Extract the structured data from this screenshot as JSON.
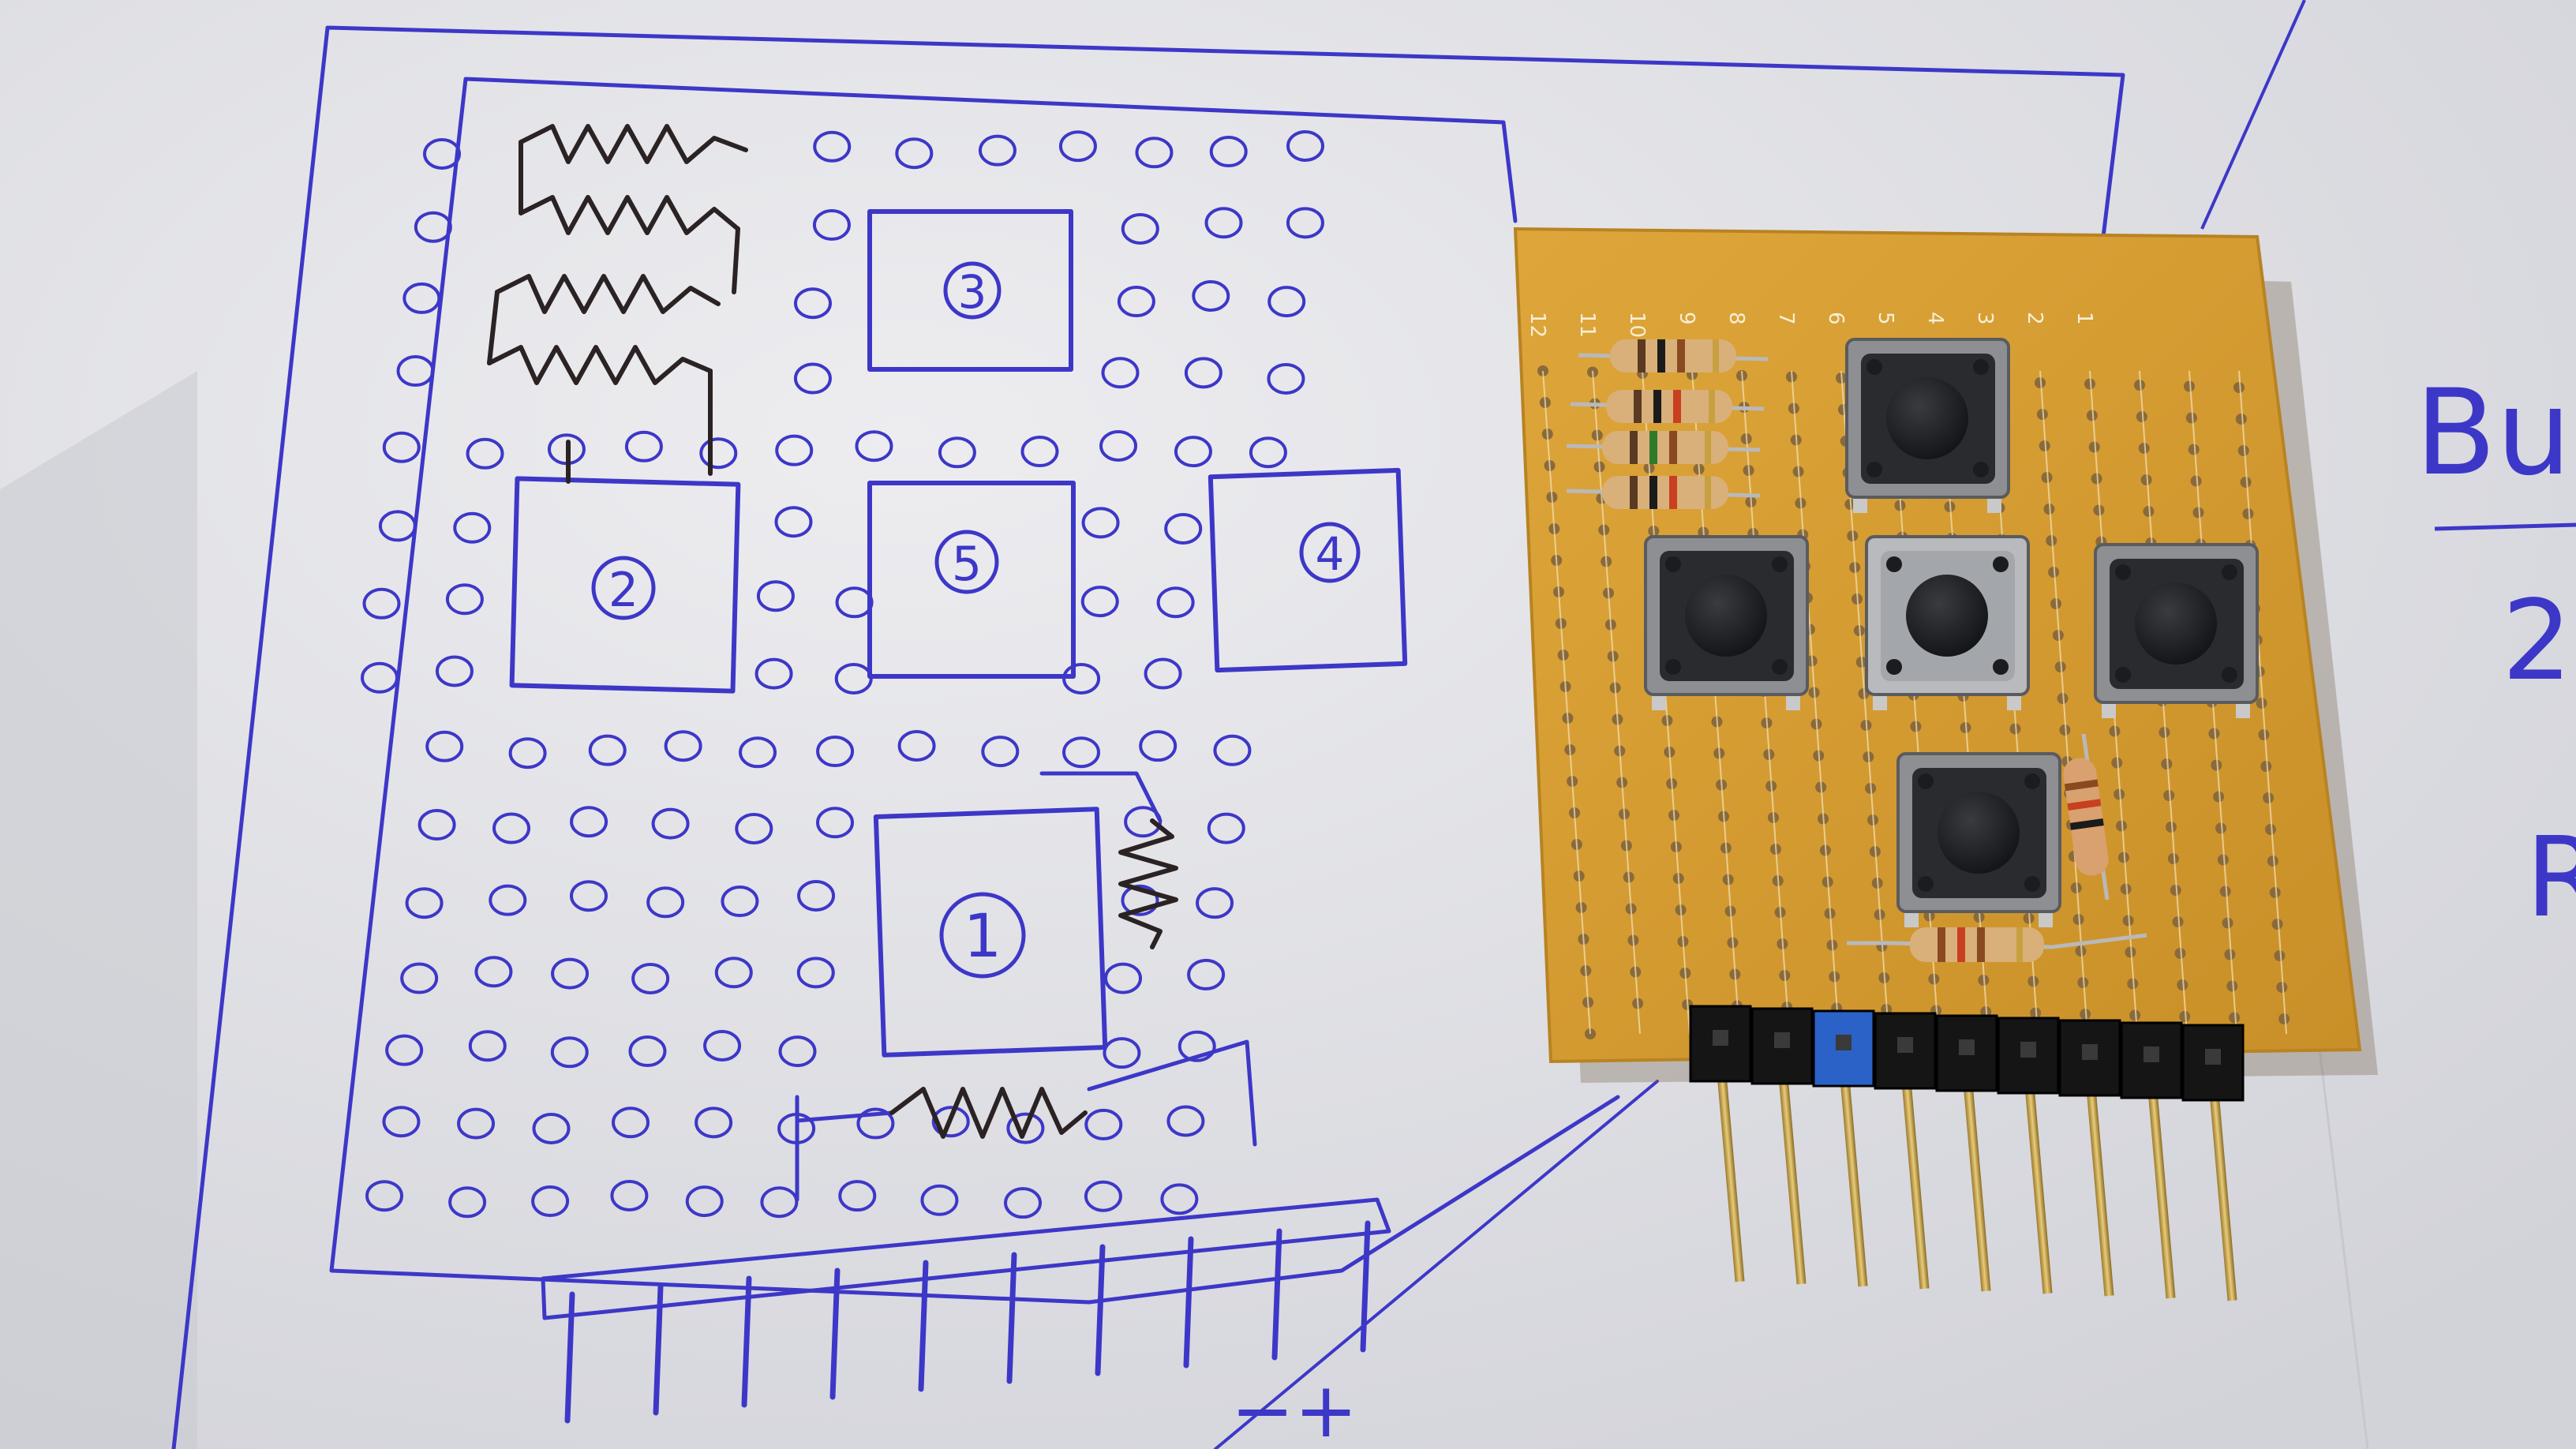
{
  "sketch": {
    "components": [
      {
        "label": "1"
      },
      {
        "label": "2"
      },
      {
        "label": "3"
      },
      {
        "label": "4"
      },
      {
        "label": "5"
      }
    ],
    "polarity": "−+"
  },
  "side_notes": {
    "line1": "Bu",
    "line2": "2",
    "line3": "R"
  },
  "pcb": {
    "row_numbers": [
      "12",
      "11",
      "10",
      "9",
      "8",
      "7",
      "6",
      "5",
      "4",
      "3",
      "2",
      "1"
    ]
  },
  "colors": {
    "paper": "#e6e7eb",
    "ink": "#3d37c8",
    "pencil": "#2b2323",
    "board": "#d8a033",
    "pin": "#c8a048",
    "header": "#151515",
    "header_accent": "#2a62c8",
    "switch_body": "#9ea0a2",
    "switch_cap": "#1e1f22"
  }
}
